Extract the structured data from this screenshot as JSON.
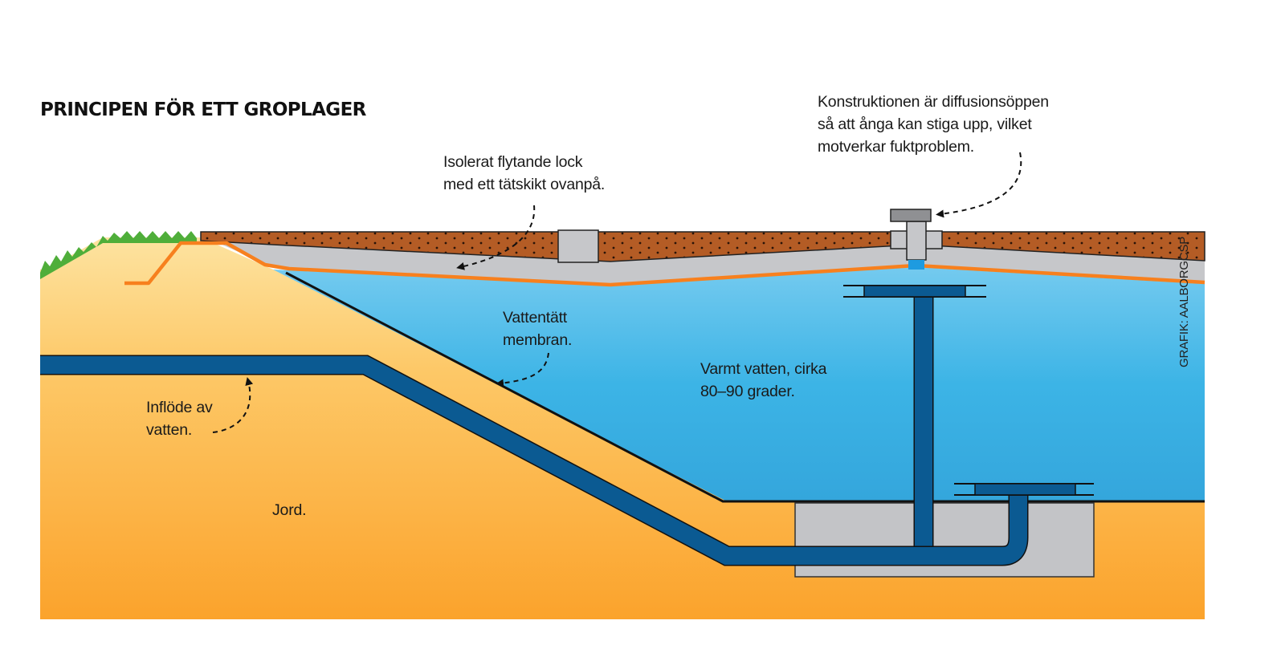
{
  "title": "PRINCIPEN FÖR ETT GROPLAGER",
  "credit": "GRAFIK: AALBORGCSP",
  "labels": {
    "lid": "Isolerat flytande lock\nmed ett tätskikt ovanpå.",
    "diffusion": "Konstruktionen är diffusionsöppen\nså att ånga kan stiga upp, vilket\nmotverkar fuktproblem.",
    "membrane": "Vattentätt\nmembran.",
    "hot_water": "Varmt vatten, cirka\n80–90 grader.",
    "inflow": "Inflöde av\nvatten.",
    "soil": "Jord."
  },
  "colors": {
    "soil_light": "#fddc8a",
    "soil_dark": "#fba832",
    "water_top": "#6cc7ef",
    "water_bottom": "#35a9df",
    "pipe": "#0b5a92",
    "membrane": "#f7801e",
    "lid_gray": "#c6c7ca",
    "cover_brown": "#b35a22",
    "grass": "#4fae3a",
    "concrete": "#c3c4c7"
  }
}
